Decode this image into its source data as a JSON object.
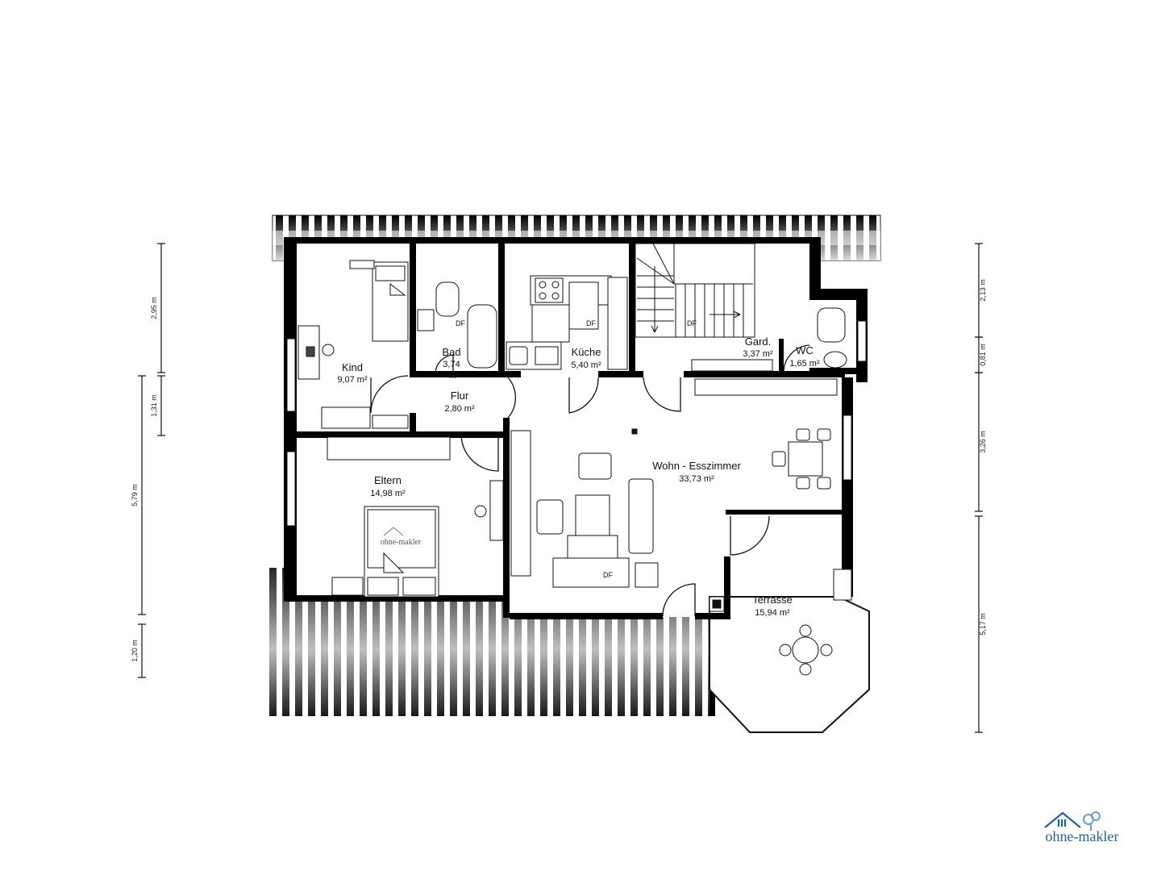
{
  "rooms": {
    "kind": {
      "name": "Kind",
      "area": "9,07 m²"
    },
    "bad": {
      "name": "Bad",
      "area_1": "3,74",
      "area_2": "m²"
    },
    "kueche": {
      "name": "Küche",
      "area": "5,40 m²"
    },
    "gard": {
      "name": "Gard.",
      "area": "3,37 m²"
    },
    "wc": {
      "name": "WC",
      "area": "1,65 m²"
    },
    "flur": {
      "name": "Flur",
      "area": "2,80 m²"
    },
    "eltern": {
      "name": "Eltern",
      "area": "14,98 m²"
    },
    "wohn": {
      "name": "Wohn - Esszimmer",
      "area": "33,73 m²"
    },
    "terrasse": {
      "name": "Terrasse",
      "area": "15,94 m²"
    }
  },
  "markers": {
    "df": "DF"
  },
  "dimensions": {
    "left": [
      "2,95 m",
      "1,31 m",
      "5,79 m",
      "1,20 m"
    ],
    "right": [
      "2,13 m",
      "0,81 m",
      "3,26 m",
      "5,17 m"
    ]
  },
  "branding": {
    "name": "ohne-makler"
  },
  "colors": {
    "wall": "#000000",
    "brand": "#1f5fa6",
    "brand_accent": "#6aa0d8"
  }
}
